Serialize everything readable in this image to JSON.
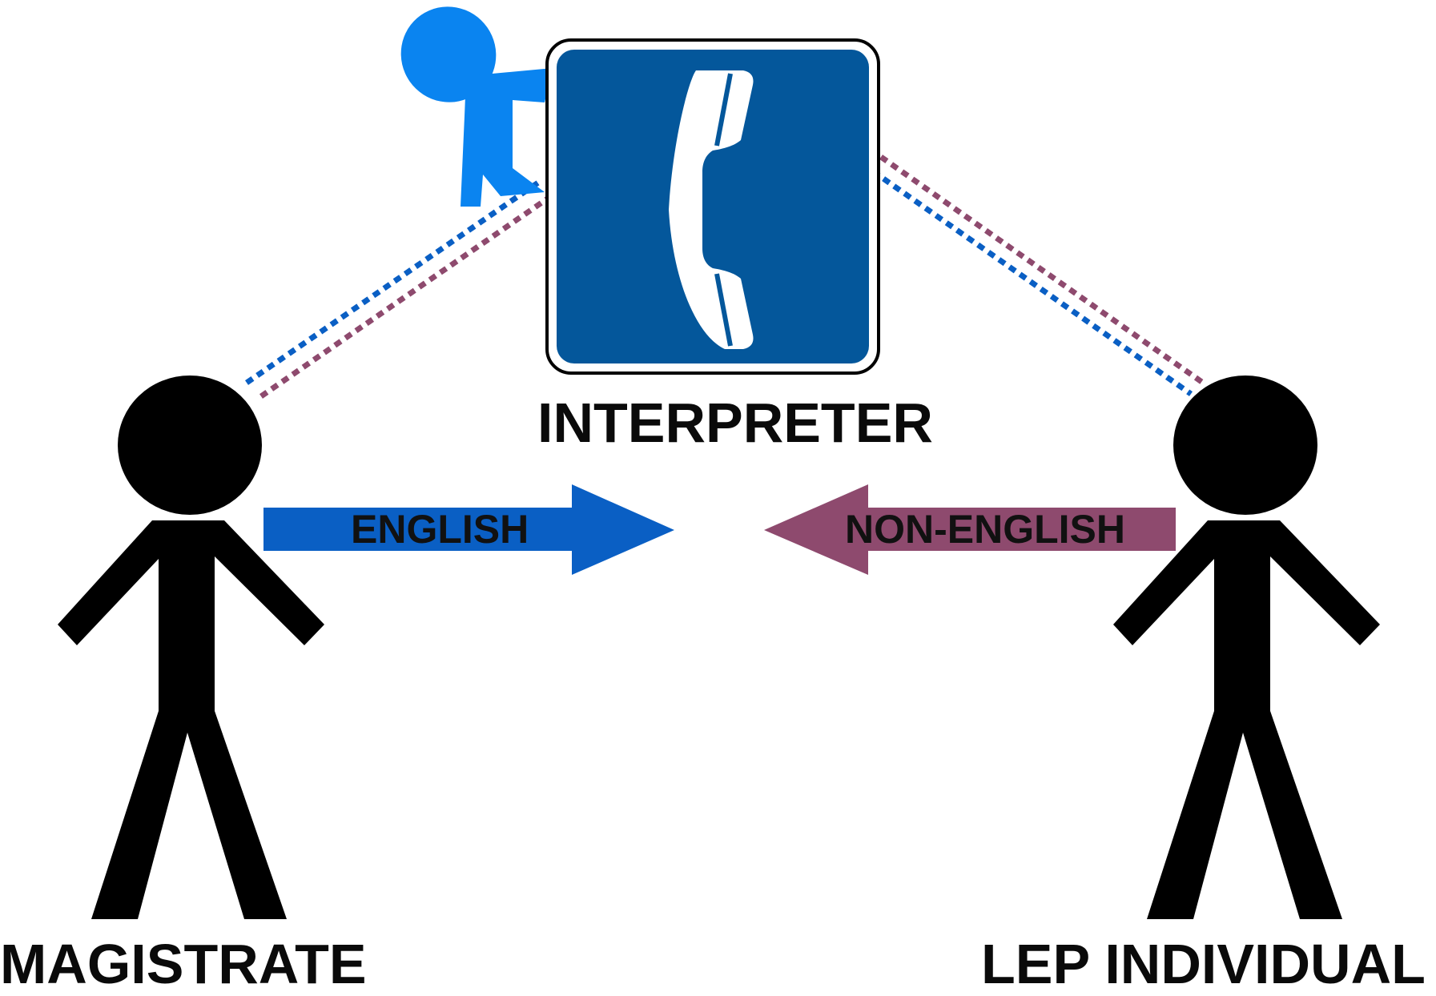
{
  "labels": {
    "interpreter": "INTERPRETER",
    "magistrate": "MAGISTRATE",
    "lep_individual": "LEP INDIVIDUAL"
  },
  "arrows": {
    "english": "ENGLISH",
    "non_english": "NON-ENGLISH"
  },
  "colors": {
    "english_blue": "#0a5fc4",
    "non_english_purple": "#8e4a6e",
    "phone_blue": "#04579b",
    "person_blue": "#0a84f0",
    "figure_black": "#000000"
  },
  "icons": {
    "phone": "telephone-handset-icon",
    "interpreter_person": "person-icon",
    "magistrate_figure": "stick-figure-icon",
    "lep_figure": "stick-figure-icon"
  }
}
